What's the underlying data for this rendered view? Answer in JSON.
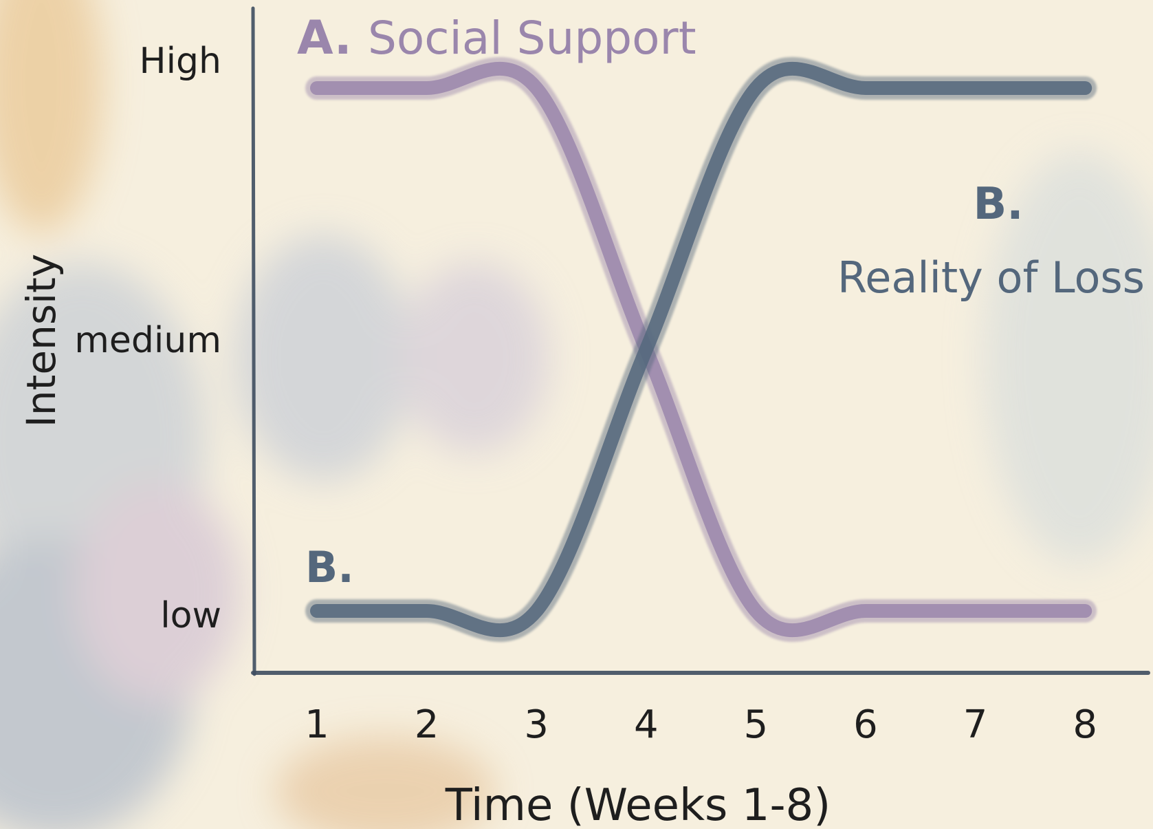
{
  "chart_data": {
    "type": "line",
    "title": "",
    "xlabel": "Time (Weeks 1-8)",
    "ylabel": "Intensity",
    "x": [
      1,
      2,
      3,
      4,
      5,
      6,
      7,
      8
    ],
    "x_tick_labels": [
      "1",
      "2",
      "3",
      "4",
      "5",
      "6",
      "7",
      "8"
    ],
    "y_tick_labels": [
      "low",
      "medium",
      "High"
    ],
    "ylim": [
      "low",
      "High"
    ],
    "grid": false,
    "series": [
      {
        "name": "Social Support",
        "marker": "A.",
        "color": "#9a86ac",
        "values": [
          "High",
          "High",
          "High",
          "medium",
          "low",
          "low",
          "low",
          "low"
        ]
      },
      {
        "name": "Reality of Loss",
        "marker": "B.",
        "color": "#54677c",
        "values": [
          "low",
          "low",
          "low",
          "medium",
          "High",
          "High",
          "High",
          "High"
        ]
      }
    ],
    "annotations": [
      {
        "text": "A.",
        "series": "Social Support"
      },
      {
        "text": "B.",
        "series": "Reality of Loss"
      }
    ]
  }
}
